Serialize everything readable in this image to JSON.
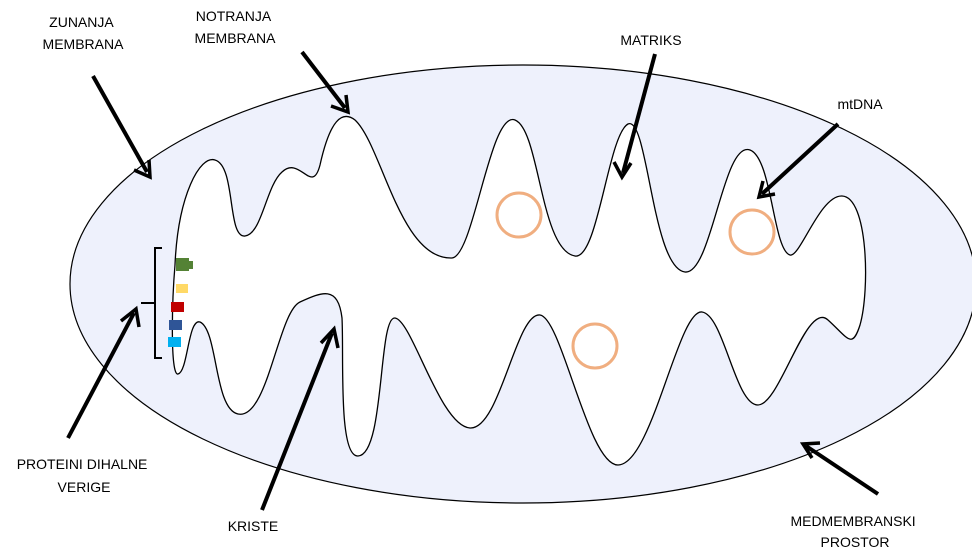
{
  "labels": {
    "outer_membrane": [
      "ZUNANJA",
      "MEMBRANA"
    ],
    "inner_membrane": [
      "NOTRANJA",
      "MEMBRANA"
    ],
    "matrix": [
      "MATRIKS"
    ],
    "mtdna": [
      "mtDNA"
    ],
    "respiratory_proteins": [
      "PROTEINI DIHALNE",
      "VERIGE"
    ],
    "cristae": [
      "KRISTE"
    ],
    "intermembrane_space": [
      "MEDMEMBRANSKI",
      "PROSTOR"
    ]
  },
  "colors": {
    "intermembrane_fill": "#eef1fc",
    "matrix_fill": "#ffffff",
    "membrane_stroke": "#000000",
    "mtdna_ring": "#f0ae80",
    "protein_green": "#548235",
    "protein_yellow": "#ffd966",
    "protein_red": "#c00000",
    "protein_navy": "#2f5597",
    "protein_cyan": "#00b0f0"
  }
}
